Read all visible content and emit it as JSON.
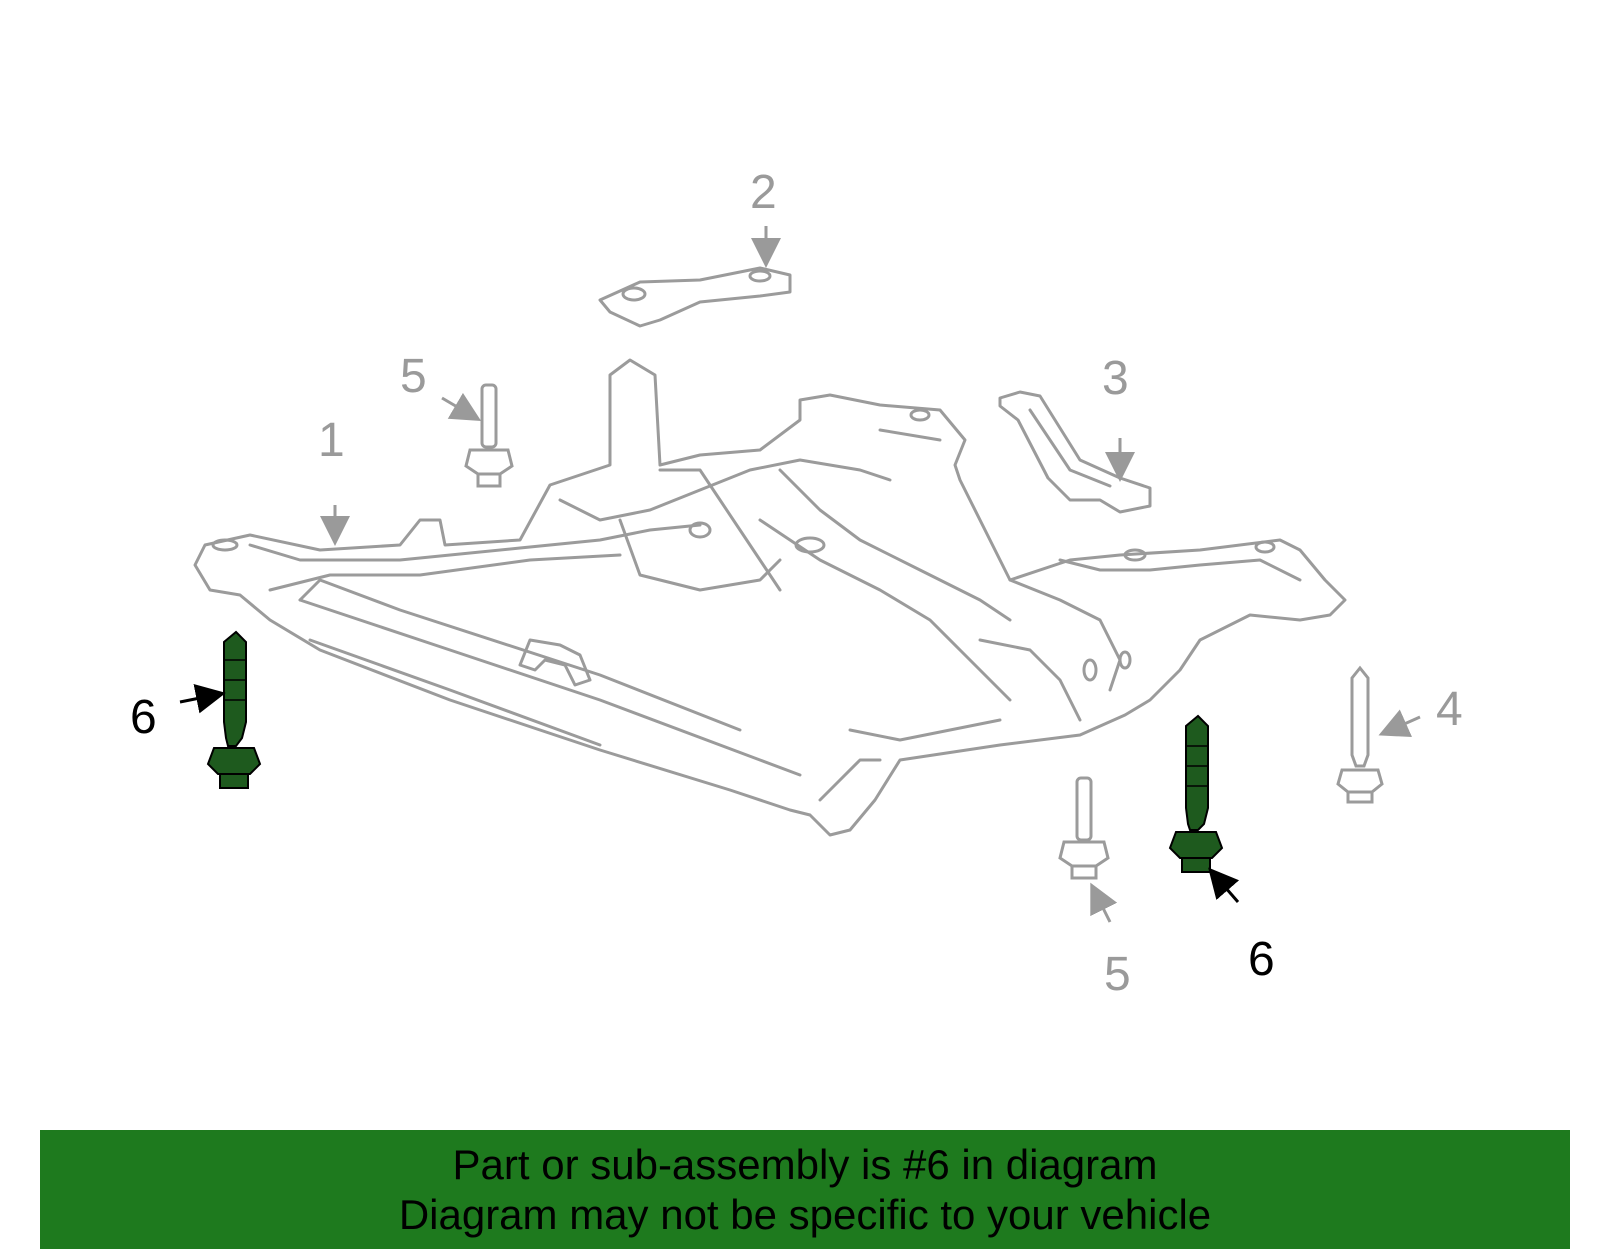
{
  "diagram": {
    "callouts": {
      "c1": "1",
      "c2": "2",
      "c3": "3",
      "c4": "4",
      "c5_top": "5",
      "c5_bottom": "5",
      "c6_left": "6",
      "c6_right": "6"
    },
    "highlight_part": "6",
    "colors": {
      "highlight": "#1e5a1e",
      "outline": "#9b9b9b",
      "banner": "#1e7a1e"
    }
  },
  "banner": {
    "line1": "Part or sub-assembly is #6 in diagram",
    "line2": "Diagram may not be specific to your vehicle"
  }
}
